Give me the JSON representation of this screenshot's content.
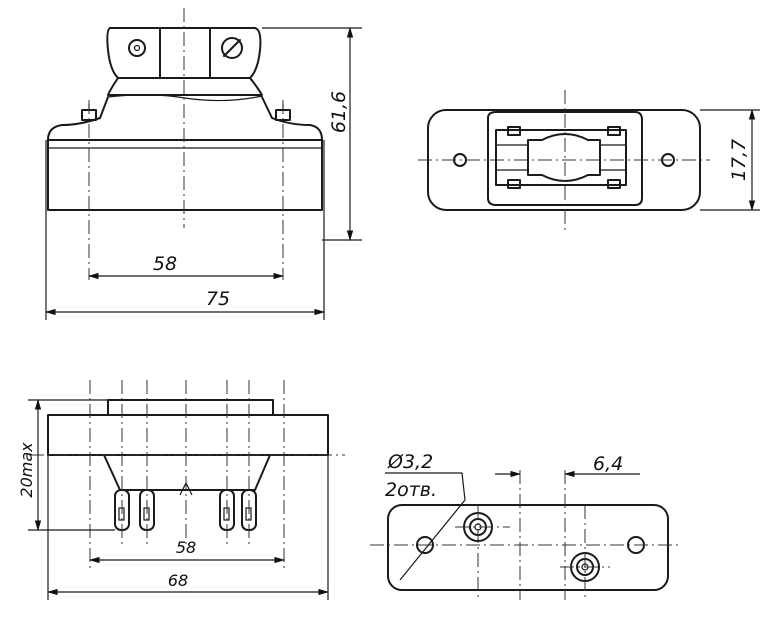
{
  "views": {
    "front": {
      "dim_height": "61,6",
      "dim_mount_spacing": "58",
      "dim_overall_width": "75"
    },
    "top": {
      "dim_width": "17,7"
    },
    "side": {
      "dim_height_max": "20max",
      "dim_mount_spacing": "58",
      "dim_base_width": "68"
    },
    "base_plate": {
      "dim_hole_diameter": "Ø3,2",
      "dim_hole_count": "2отв.",
      "dim_pin_offset": "6,4"
    }
  }
}
